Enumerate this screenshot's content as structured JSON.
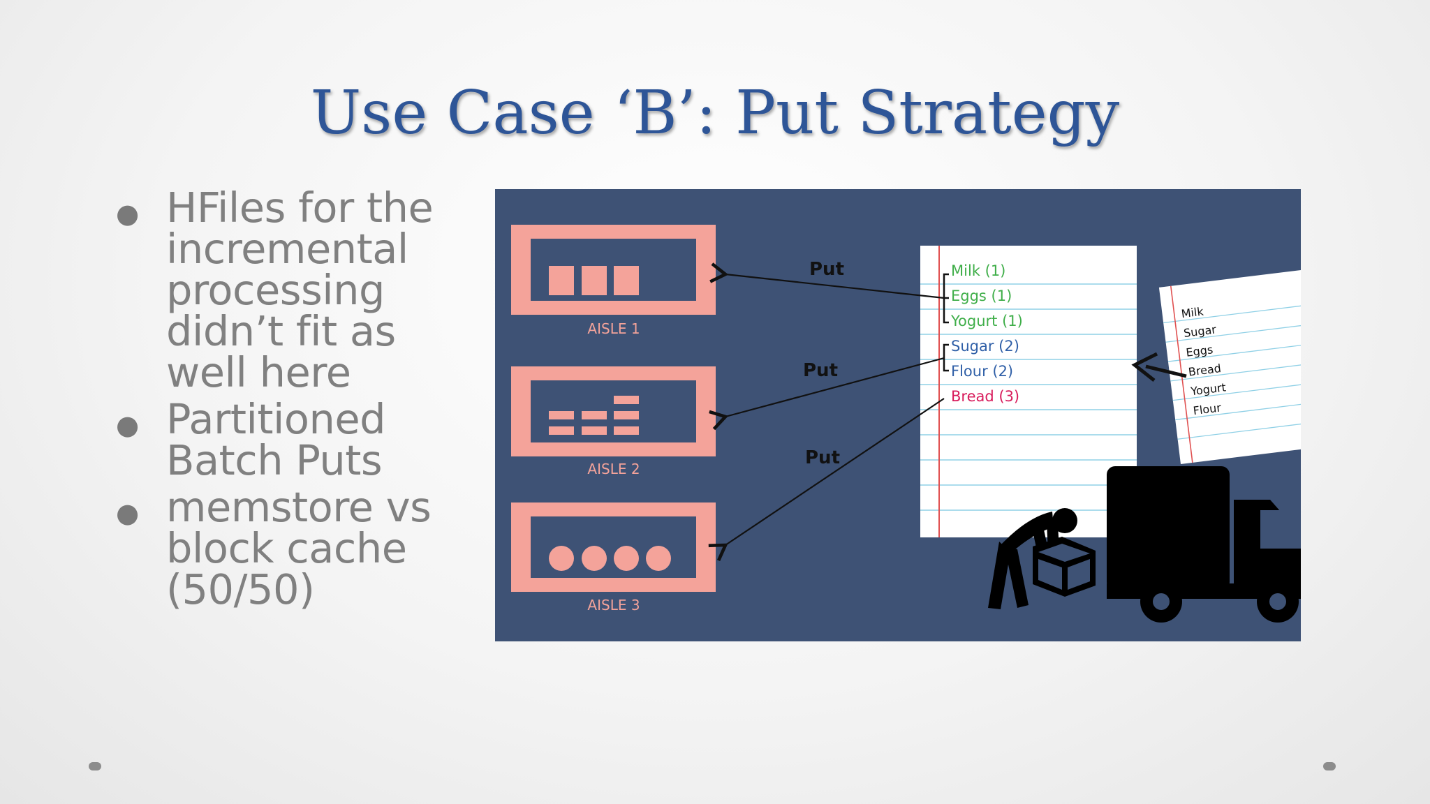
{
  "slide": {
    "title": "Use Case ‘B’: Put Strategy",
    "bullets": [
      "HFiles for the incremental processing didn’t fit as well here",
      "Partitioned Batch Puts",
      "memstore vs block cache (50/50)"
    ]
  },
  "figure": {
    "aisles": [
      {
        "label": "AISLE 1",
        "content": "blocks"
      },
      {
        "label": "AISLE 2",
        "content": "bars"
      },
      {
        "label": "AISLE 3",
        "content": "circles"
      }
    ],
    "put_labels": [
      "Put",
      "Put",
      "Put"
    ],
    "grocery_list": [
      {
        "text": "Milk (1)",
        "color": "#3fae49"
      },
      {
        "text": "Eggs (1)",
        "color": "#3fae49"
      },
      {
        "text": "Yogurt (1)",
        "color": "#3fae49"
      },
      {
        "text": "Sugar (2)",
        "color": "#2f5fa7"
      },
      {
        "text": "Flour (2)",
        "color": "#2f5fa7"
      },
      {
        "text": "Bread (3)",
        "color": "#d81b5b"
      }
    ],
    "shopping_list": [
      "Milk",
      "Sugar",
      "Eggs",
      "Bread",
      "Yogurt",
      "Flour"
    ],
    "colors": {
      "background": "#3e5275",
      "aisle": "#f4a39a",
      "paper_lines": "#8fd0e6",
      "margin_line": "#e05050"
    },
    "icons": [
      "worker-lifting-box-icon",
      "delivery-truck-icon"
    ]
  }
}
